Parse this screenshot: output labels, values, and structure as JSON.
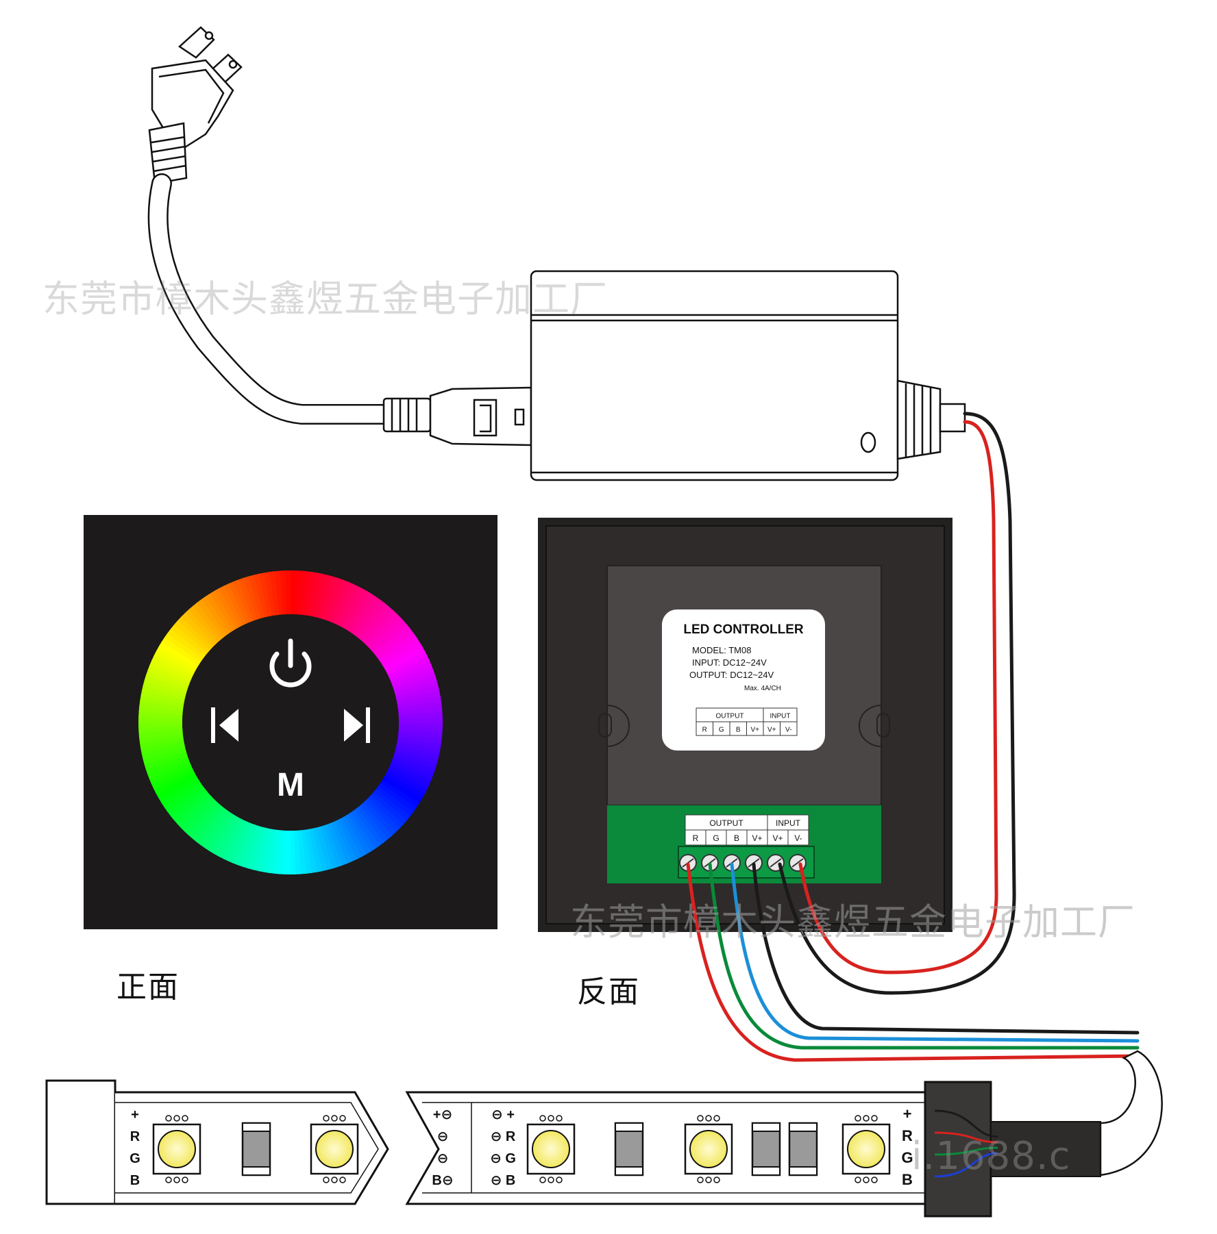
{
  "captions": {
    "front": "正面",
    "back": "反面"
  },
  "watermark": {
    "top": "东莞市樟木头鑫煜五金电子加工厂",
    "middle": "东莞市樟木头鑫煜五金电子加工厂",
    "bottom": "i.1688.c"
  },
  "front_panel": {
    "center_button": "M"
  },
  "label": {
    "title": "LED CONTROLLER",
    "model": "MODEL: TM08",
    "input": "INPUT: DC12~24V",
    "output": "OUTPUT: DC12~24V",
    "max": "Max. 4A/CH",
    "table": {
      "output_header": "OUTPUT",
      "input_header": "INPUT",
      "pins": [
        "R",
        "G",
        "B",
        "V+",
        "V+",
        "V-"
      ]
    }
  },
  "terminal": {
    "output_header": "OUTPUT",
    "input_header": "INPUT",
    "pins": [
      "R",
      "G",
      "B",
      "V+",
      "V+",
      "V-"
    ]
  },
  "strip": {
    "pins_plain": [
      "+",
      "R",
      "G",
      "B"
    ],
    "pins_circle_left": [
      "+⊖",
      "⊖",
      "⊖",
      "B⊖"
    ],
    "pins_circle_mid": [
      "⊖ +",
      "⊖ R",
      "⊖ G",
      "⊖ B"
    ],
    "pins_end": [
      "+",
      "R",
      "G",
      "B"
    ]
  },
  "colors": {
    "red": "#d8221f",
    "black": "#1a1a1a",
    "green": "#0a8a3a",
    "blue": "#1b8fd8",
    "panel": "#1c1a1a",
    "pcb": "#0b8a3c",
    "led": "#f6f07a"
  }
}
